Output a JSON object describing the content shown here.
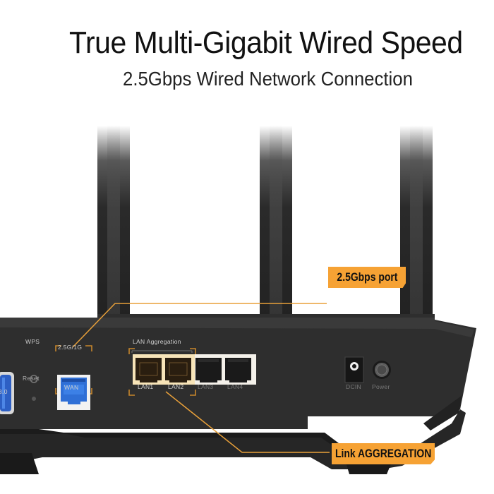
{
  "header": {
    "title": "True Multi-Gigabit Wired Speed",
    "subtitle": "2.5Gbps Wired Network Connection"
  },
  "callouts": {
    "port": "2.5Gbps port",
    "aggregation": "Link AGGREGATION"
  },
  "router": {
    "usb_label": "3.0",
    "wps_label": "WPS",
    "reset_label": "Reset",
    "wan_speed_label": "2.5G/1G",
    "wan_label": "WAN",
    "lan_group_label": "LAN Aggregation",
    "lan_ports": [
      "LAN1",
      "LAN2",
      "LAN3",
      "LAN4"
    ],
    "dcin_label": "DCIN",
    "power_label": "Power"
  },
  "colors": {
    "accent_orange": "#f6a234",
    "router_body": "#2b2b2b",
    "wan_port_blue": "#2f6fd6"
  }
}
